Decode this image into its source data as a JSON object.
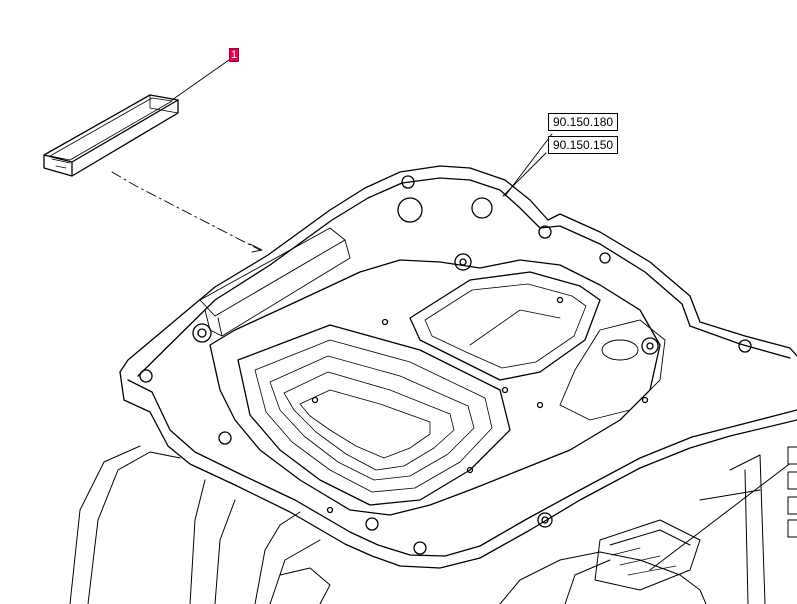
{
  "part_tag": "1",
  "references": [
    "90.150.180",
    "90.150.150"
  ],
  "colors": {
    "line": "#000000",
    "tag": "#e8004c",
    "background": "#ffffff"
  }
}
